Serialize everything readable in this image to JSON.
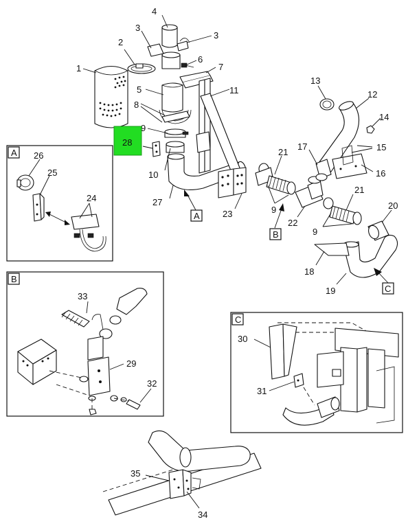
{
  "diagram": {
    "part_labels": {
      "p1": "1",
      "p2": "2",
      "p3a": "3",
      "p3b": "3",
      "p4": "4",
      "p5": "5",
      "p6": "6",
      "p7": "7",
      "p8": "8",
      "p9a": "9",
      "p9b": "9",
      "p9c": "9",
      "p10": "10",
      "p11": "11",
      "p12": "12",
      "p13": "13",
      "p14": "14",
      "p15": "15",
      "p16": "16",
      "p17": "17",
      "p18": "18",
      "p19": "19",
      "p20": "20",
      "p21a": "21",
      "p21b": "21",
      "p22": "22",
      "p23": "23",
      "p24": "24",
      "p25": "25",
      "p26": "26",
      "p27": "27",
      "p28": "28",
      "p29": "29",
      "p30": "30",
      "p31": "31",
      "p32": "32",
      "p33": "33",
      "p34": "34",
      "p35": "35"
    },
    "view_tags": {
      "a_ref": "A",
      "b_ref": "B",
      "c_ref": "C",
      "a_panel": "A",
      "b_panel": "B",
      "c_panel": "C"
    },
    "highlighted_part": "28",
    "highlight_color": "#22dd22",
    "ink_color": "#111111"
  }
}
